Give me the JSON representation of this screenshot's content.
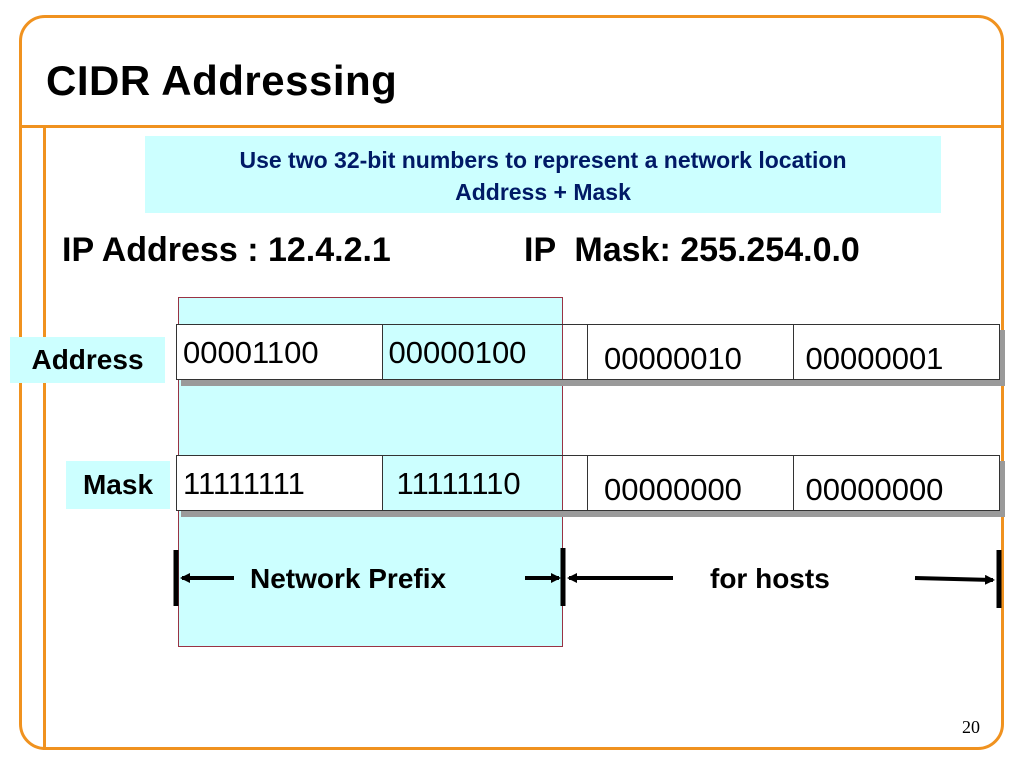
{
  "slide": {
    "title": "CIDR Addressing",
    "page_number": "20"
  },
  "note": {
    "line1": "Use two 32-bit numbers to represent a network location",
    "line2": "Address + Mask"
  },
  "ip": {
    "address_text": "IP Address : 12.4.2.1",
    "mask_text": "IP  Mask: 255.254.0.0"
  },
  "rows": {
    "address": {
      "label": "Address",
      "octets": [
        "00001100",
        "00000100",
        "00000010",
        "00000001"
      ]
    },
    "mask": {
      "label": "Mask",
      "octets": [
        "11111111",
        "11111110",
        "00000000",
        "00000000"
      ]
    }
  },
  "span_labels": {
    "network": "Network Prefix",
    "hosts": "for hosts"
  },
  "colors": {
    "frame": "#f0921f",
    "highlight": "#ccffff",
    "note_text": "#001a66"
  }
}
